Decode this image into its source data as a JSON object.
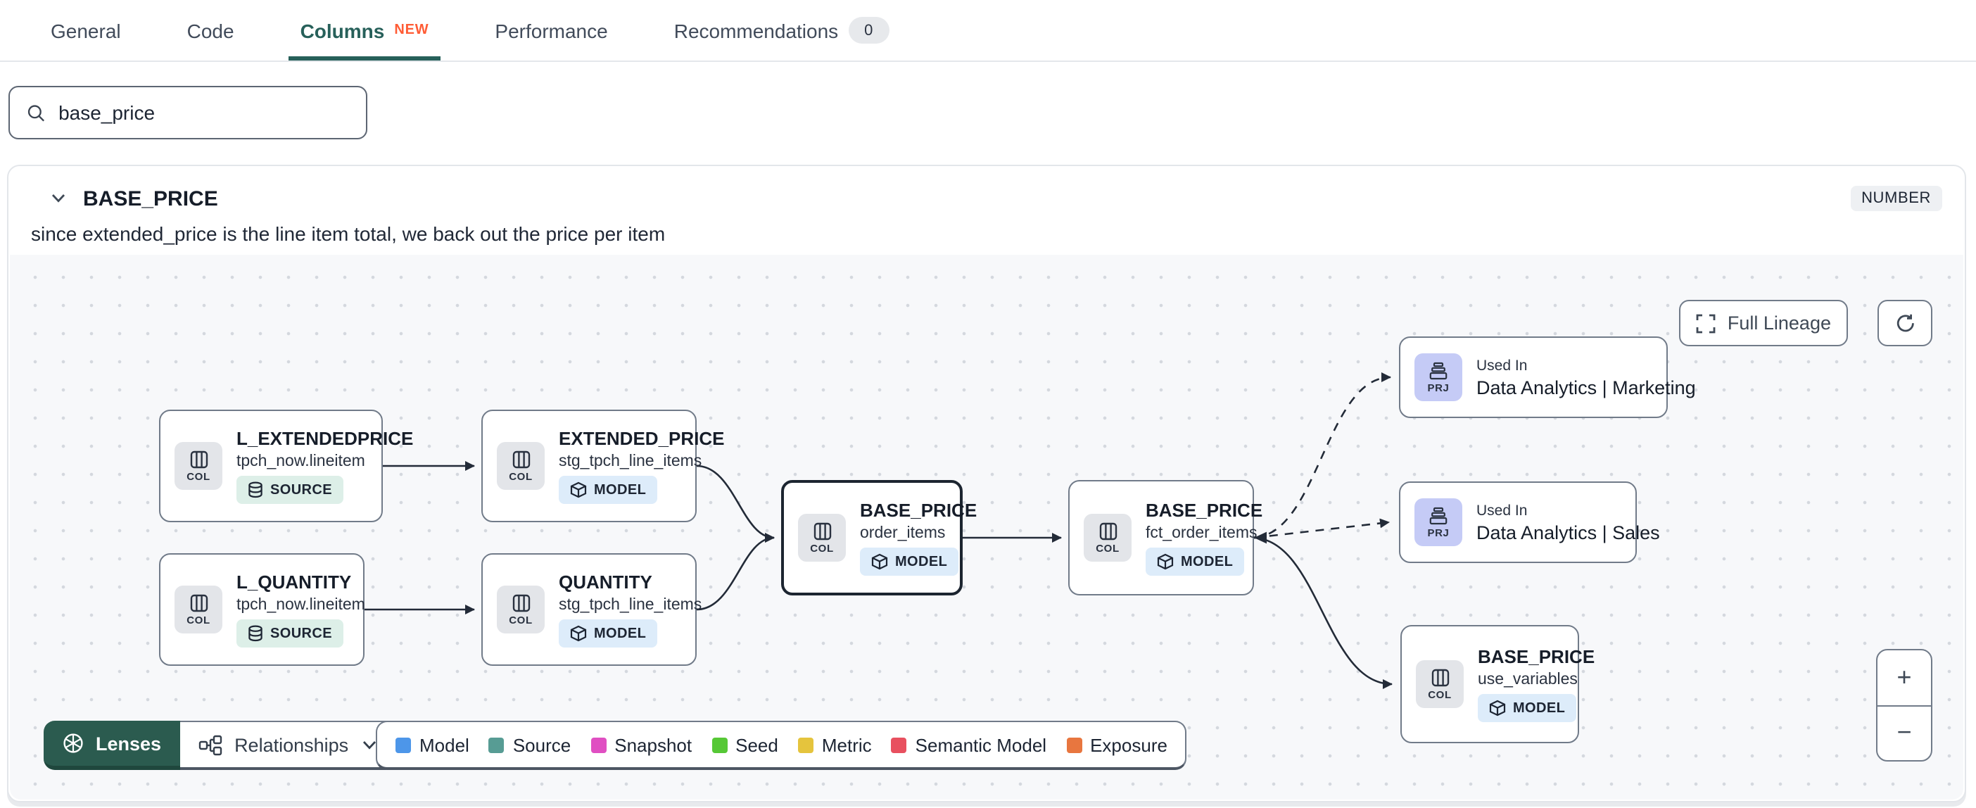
{
  "tabs": {
    "items": [
      {
        "label": "General"
      },
      {
        "label": "Code"
      },
      {
        "label": "Columns",
        "badge": "NEW"
      },
      {
        "label": "Performance"
      },
      {
        "label": "Recommendations",
        "count": "0"
      }
    ]
  },
  "search": {
    "value": "base_price"
  },
  "column_panel": {
    "name": "BASE_PRICE",
    "type": "NUMBER",
    "description": "since extended_price is the line item total, we back out the price per item"
  },
  "lineage": {
    "full_lineage_label": "Full Lineage",
    "zoom_in": "+",
    "zoom_out": "−",
    "lenses_label": "Lenses",
    "relationships_label": "Relationships",
    "nodes": [
      {
        "title": "L_EXTENDEDPRICE",
        "subtitle": "tpch_now.lineitem",
        "kind": "COL",
        "badge": "SOURCE"
      },
      {
        "title": "L_QUANTITY",
        "subtitle": "tpch_now.lineitem",
        "kind": "COL",
        "badge": "SOURCE"
      },
      {
        "title": "EXTENDED_PRICE",
        "subtitle": "stg_tpch_line_items",
        "kind": "COL",
        "badge": "MODEL"
      },
      {
        "title": "QUANTITY",
        "subtitle": "stg_tpch_line_items",
        "kind": "COL",
        "badge": "MODEL"
      },
      {
        "title": "BASE_PRICE",
        "subtitle": "order_items",
        "kind": "COL",
        "badge": "MODEL",
        "selected": true
      },
      {
        "title": "BASE_PRICE",
        "subtitle": "fct_order_items",
        "kind": "COL",
        "badge": "MODEL"
      },
      {
        "title": "Used In",
        "subtitle": "Data Analytics | Marketing",
        "kind": "PRJ"
      },
      {
        "title": "Used In",
        "subtitle": "Data Analytics | Sales",
        "kind": "PRJ"
      },
      {
        "title": "BASE_PRICE",
        "subtitle": "use_variables",
        "kind": "COL",
        "badge": "MODEL"
      }
    ],
    "legend": [
      {
        "label": "Model",
        "color": "#4d96e9"
      },
      {
        "label": "Source",
        "color": "#579c94"
      },
      {
        "label": "Snapshot",
        "color": "#e04fc2"
      },
      {
        "label": "Seed",
        "color": "#56c836"
      },
      {
        "label": "Metric",
        "color": "#e5c43d"
      },
      {
        "label": "Semantic Model",
        "color": "#e8505f"
      },
      {
        "label": "Exposure",
        "color": "#e8763f"
      }
    ]
  }
}
